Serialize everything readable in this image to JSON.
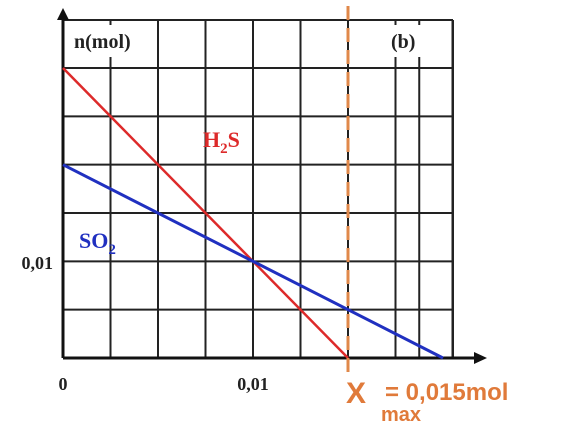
{
  "chart_data": {
    "type": "line",
    "panel_label": "(b)",
    "ylabel": "n(mol)",
    "x_ticks": [
      {
        "value": 0,
        "label": "0"
      },
      {
        "value": 0.01,
        "label": "0,01"
      }
    ],
    "y_ticks": [
      {
        "value": 0.01,
        "label": "0,01"
      }
    ],
    "xlim": [
      0,
      0.02
    ],
    "ylim": [
      0,
      0.03
    ],
    "grid": true,
    "series": [
      {
        "name": "H2S",
        "name_main": "H",
        "name_sub": "2",
        "name_tail": "S",
        "color": "#dd2a2a",
        "x": [
          0,
          0.015
        ],
        "y": [
          0.03,
          0
        ]
      },
      {
        "name": "SO2",
        "name_main": "SO",
        "name_sub": "2",
        "name_tail": "",
        "color": "#2030c0",
        "x": [
          0,
          0.02
        ],
        "y": [
          0.02,
          0
        ]
      }
    ],
    "vline": {
      "x": 0.015,
      "color": "#e0884a"
    },
    "annotation": {
      "symbol": "X",
      "subscript": "max",
      "text": "= 0,015mol",
      "color": "#e07a3a"
    }
  }
}
